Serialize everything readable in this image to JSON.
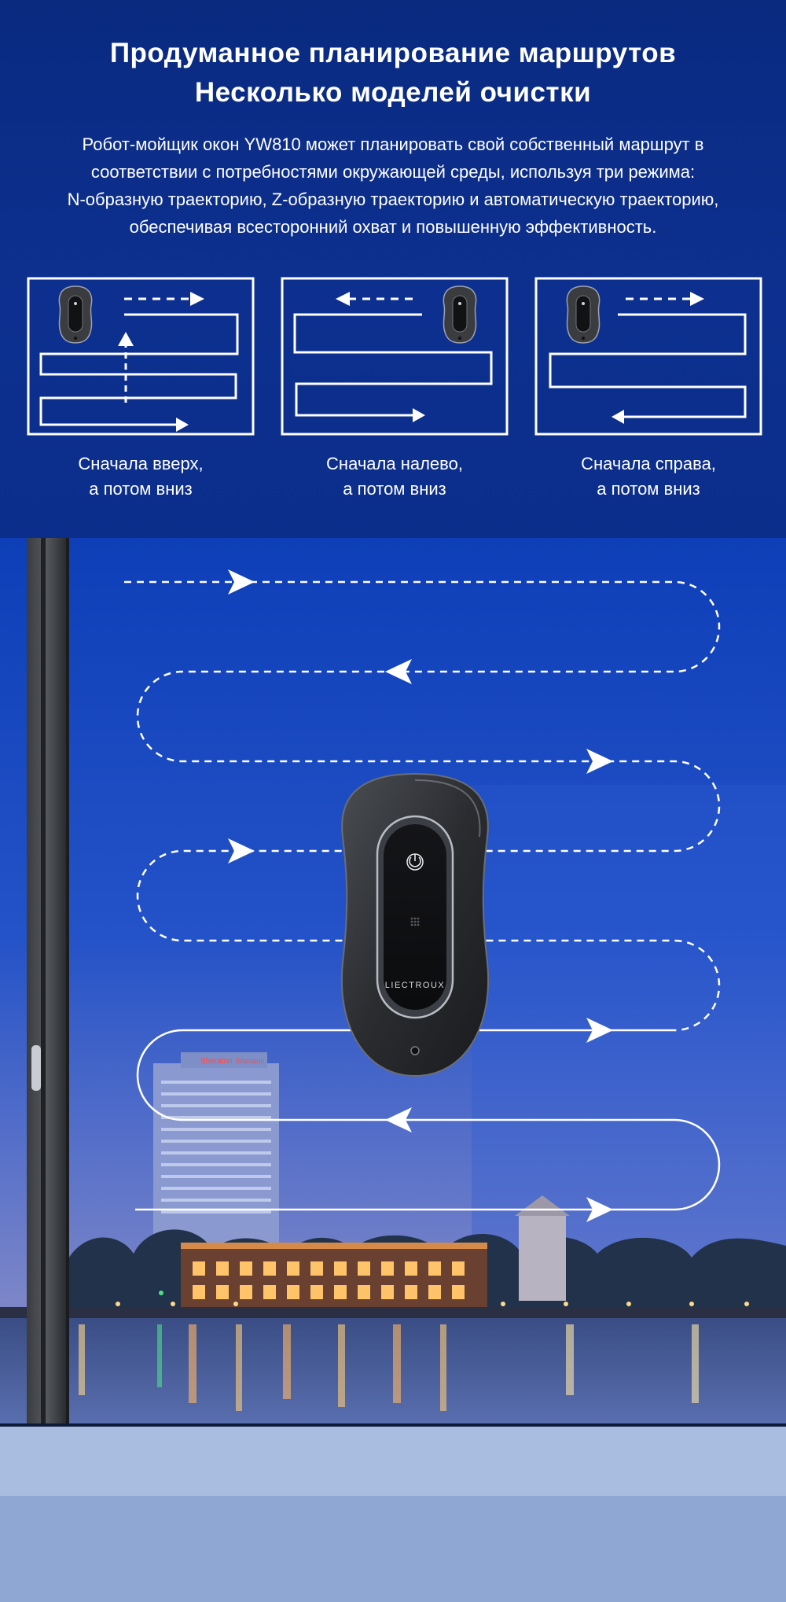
{
  "header": {
    "title_line1": "Продуманное планирование маршрутов",
    "title_line2": "Несколько моделей очистки"
  },
  "description": {
    "lines": [
      "Робот-мойщик окон YW810 может планировать свой собственный маршрут в",
      "соответствии с потребностями окружающей среды, используя три режима:",
      "N-образную траекторию, Z-образную траекторию и автоматическую траекторию,",
      "обеспечивая всесторонний охват и повышенную эффективность."
    ]
  },
  "modes": [
    {
      "caption_line1": "Сначала вверх,",
      "caption_line2": "а потом вниз"
    },
    {
      "caption_line1": "Сначала налево,",
      "caption_line2": "а потом вниз"
    },
    {
      "caption_line1": "Сначала справа,",
      "caption_line2": "а потом вниз"
    }
  ],
  "robot": {
    "brand": "LIECTROUX",
    "icons": [
      "power-icon",
      "speaker-icon"
    ]
  },
  "scene": {
    "building_signs": [
      "Sheraton",
      "Sheraton"
    ]
  },
  "colors": {
    "top_background": "#0b2d86",
    "path_color": "#ffffff",
    "robot_body": "#2b2d31"
  }
}
